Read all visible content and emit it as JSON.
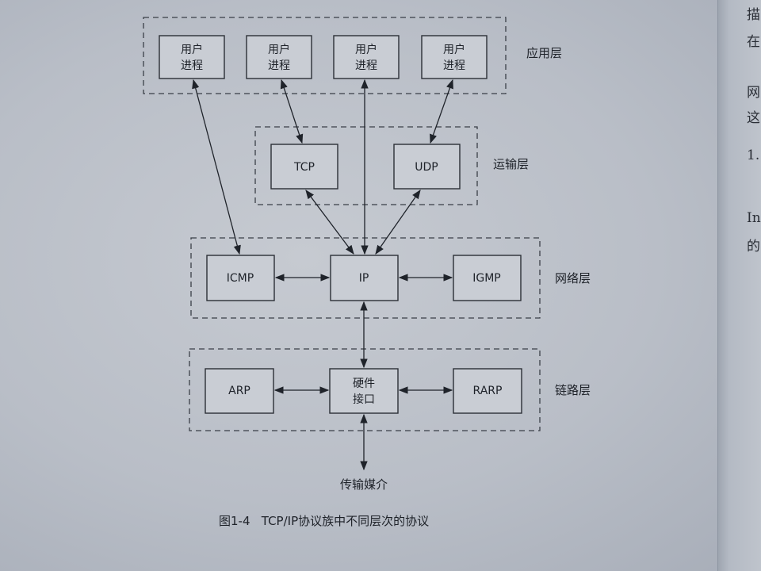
{
  "diagram": {
    "layers": {
      "application": "应用层",
      "transport": "运输层",
      "network": "网络层",
      "link": "链路层"
    },
    "user_process": {
      "line1": "用户",
      "line2": "进程"
    },
    "protocols": {
      "tcp": "TCP",
      "udp": "UDP",
      "icmp": "ICMP",
      "ip": "IP",
      "igmp": "IGMP",
      "arp": "ARP",
      "rarp": "RARP"
    },
    "hardware_interface": {
      "line1": "硬件",
      "line2": "接口"
    },
    "medium": "传输媒介",
    "caption": "图1-4   TCP/IP协议族中不同层次的协议"
  },
  "right_page": {
    "lines": [
      "描",
      "在",
      "网",
      "这",
      "1.",
      "In",
      "的"
    ]
  }
}
